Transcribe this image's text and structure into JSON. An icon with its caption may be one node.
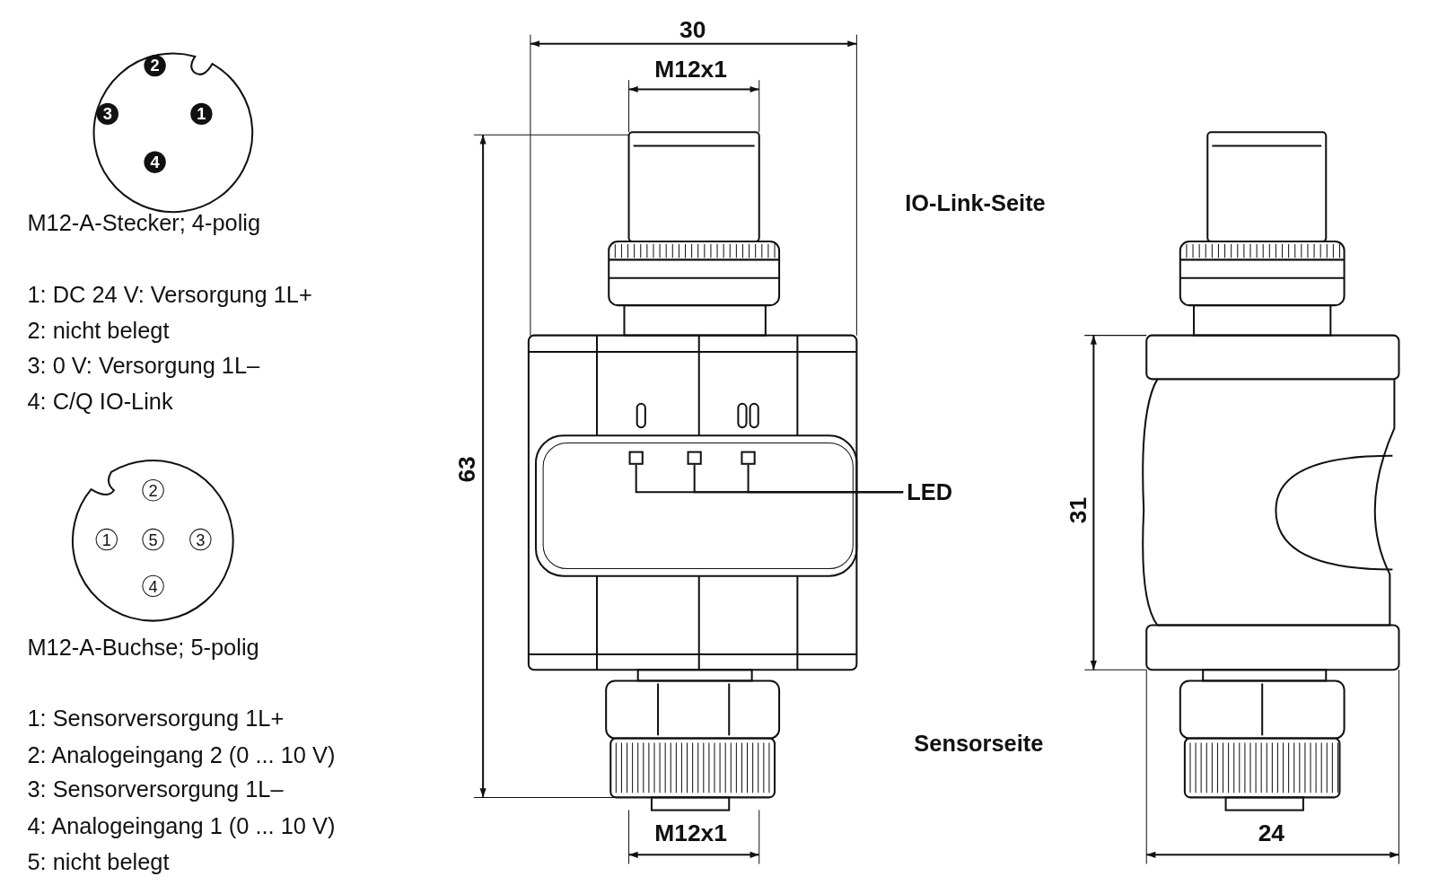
{
  "diagram": {
    "nodes": [
      {
        "text": [
          "LED"
        ]
      },
      {
        "text": [],
        "shape": "box"
      },
      {
        "text": [],
        "shape": "box"
      },
      {
        "text": [],
        "shape": "box"
      }
    ],
    "edges": [
      {
        "from": 0,
        "to": 1,
        "arrow": "none"
      },
      {
        "from": 0,
        "to": 2,
        "arrow": "none"
      },
      {
        "from": 0,
        "to": 3,
        "arrow": "none"
      }
    ],
    "labels": [
      "2",
      "3",
      "1",
      "4",
      "M12-A-Stecker; 4-polig",
      "1: DC 24 V: Versorgung 1L+",
      "2: nicht belegt",
      "3: 0 V: Versorgung 1L–",
      "4: C/Q IO-Link",
      "2",
      "1",
      "5",
      "3",
      "4",
      "M12-A-Buchse; 5-polig",
      "1: Sensorversorgung 1L+",
      "2: Analogeingang 2 (0 ... 10 V)",
      "3: Sensorversorgung 1L–",
      "4: Analogeingang 1 (0 ... 10 V)",
      "5: nicht belegt",
      "30",
      "M12x1",
      "IO-Link-Seite",
      "63",
      "31",
      "Sensorseite",
      "M12x1",
      "24"
    ]
  }
}
